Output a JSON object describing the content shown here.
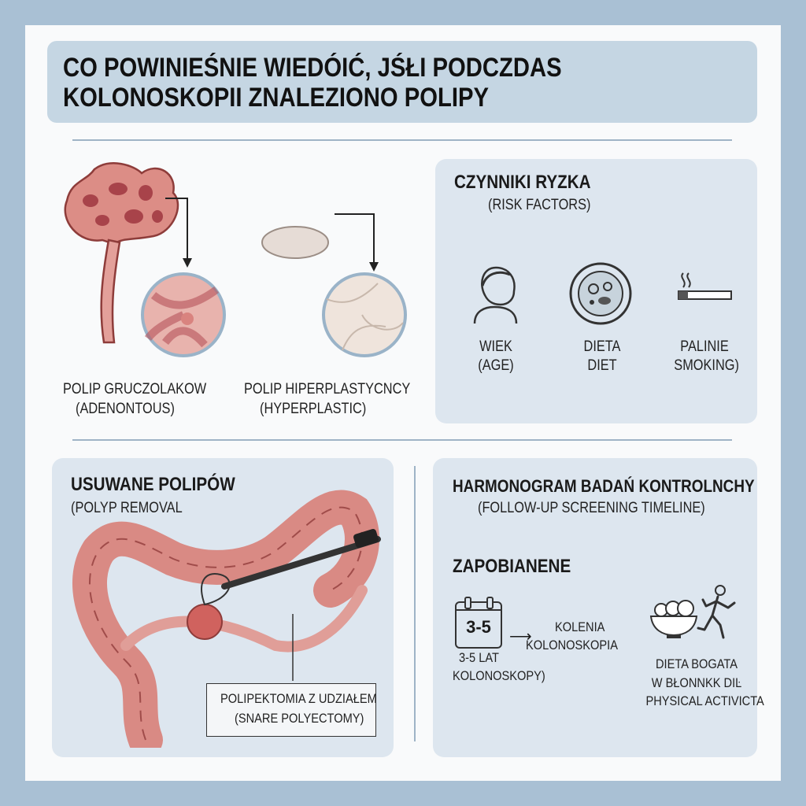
{
  "title": {
    "line1": "CO POWINIEŚNIE WIEDÓIĆ, JŚŁI PODCZDAS",
    "line2": "KOLONOSKOPII ZNALEZIONO POLIPY"
  },
  "polyps": [
    {
      "label": "POLIP GRUCZOLAKOW",
      "sublabel": "(ADENONTOUS)"
    },
    {
      "label": "POLIP HIPERPLASTYCNCY",
      "sublabel": "(HYPERPLASTIC)"
    }
  ],
  "risk": {
    "title": "CZYNNIKI RYZKA",
    "subtitle": "(RISK FACTORS)",
    "items": [
      {
        "icon": "person-icon",
        "label": "WIEK",
        "sublabel": "(AGE)"
      },
      {
        "icon": "diet-plate-icon",
        "label": "DIETA",
        "sublabel": "DIET"
      },
      {
        "icon": "cigarette-icon",
        "label": "PALINIE",
        "sublabel": "SMOKING)"
      }
    ]
  },
  "removal": {
    "title": "USUWANE POLIPÓW",
    "subtitle": "(POLYP REMOVAL",
    "callout1": "POLIPEKTOMIA Z UDZIAŁEM",
    "callout2": "(SNARE POLYECTOMY)"
  },
  "schedule": {
    "title": "HARMONOGRAM BADAŃ KONTROLNCHY",
    "subtitle": "(FOLLOW-UP SCREENING TIMELINE)",
    "prevention_title": "ZAPOBIANENE",
    "calendar_value": "3-5",
    "calendar_label1": "3-5 LAT",
    "calendar_label2": "KOLONOSKOPY)",
    "next1": "KOLENIA",
    "next2": "KOLONOSKOPIA",
    "diet1": "DIETA BOGATA",
    "diet2": "W BŁONNKK DIĿ",
    "diet3": "PHYSICAL ACTIVICTA"
  },
  "colors": {
    "frame": "#a9c0d4",
    "panel": "#dde6ef",
    "title_bg": "#c5d6e3",
    "tissue": "#d98a84"
  }
}
